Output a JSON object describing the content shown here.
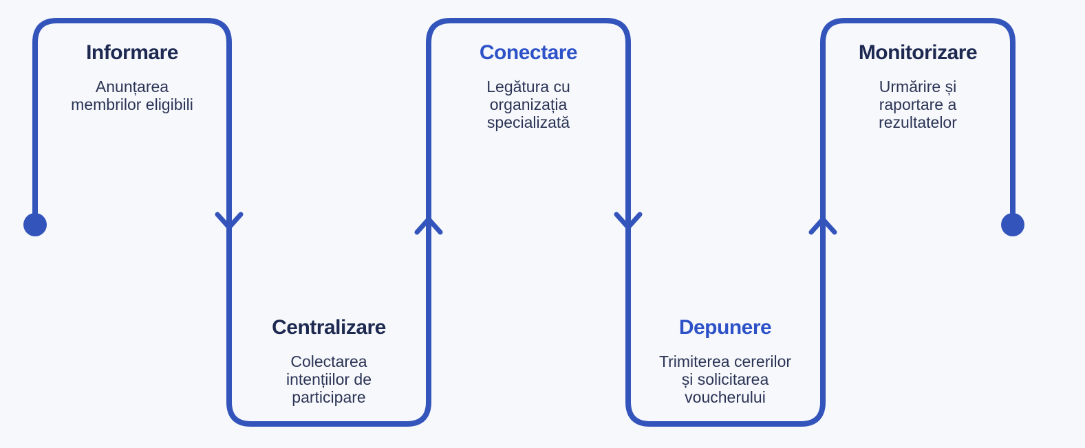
{
  "diagram": {
    "colors": {
      "background": "#f7f8fc",
      "path": "#3355bb",
      "title_dark": "#1d2950",
      "title_blue": "#2d52c8",
      "subtitle": "#2a3354"
    },
    "steps": [
      {
        "title": "Informare",
        "subtitle": "Anunțarea\nmembrilor eligibili",
        "accent": "dark"
      },
      {
        "title": "Centralizare",
        "subtitle": "Colectarea\nintențiilor de\nparticipare",
        "accent": "dark"
      },
      {
        "title": "Conectare",
        "subtitle": "Legătura cu\norganizația\nspecializată",
        "accent": "blue"
      },
      {
        "title": "Depunere",
        "subtitle": "Trimiterea cererilor\nși solicitarea\nvoucherului",
        "accent": "blue"
      },
      {
        "title": "Monitorizare",
        "subtitle": "Urmărire și\nraportare a\nrezultatelor",
        "accent": "dark"
      }
    ]
  }
}
